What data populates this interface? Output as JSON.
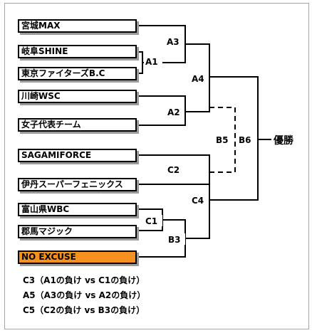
{
  "teams": [
    "宮城MAX",
    "岐阜SHINE",
    "東京ファイターズB.C",
    "川崎WSC",
    "女子代表チーム",
    "SAGAMIFORCE",
    "伊丹スーパーフェニックス",
    "富山県WBC",
    "郡馬マジック",
    "NO EXCUSE"
  ],
  "highlight_color": "#f5911e",
  "matches": {
    "a1": "A1",
    "a2": "A2",
    "a3": "A3",
    "a4": "A4",
    "b3": "B3",
    "b5": "B5",
    "b6": "B6",
    "c1": "C1",
    "c2": "C2",
    "c4": "C4"
  },
  "winner_label": "優勝",
  "notes": [
    "C3（A1の負け vs C1の負け）",
    "A5（A3の負け vs A2の負け）",
    "C5（C2の負け vs B3の負け）"
  ]
}
